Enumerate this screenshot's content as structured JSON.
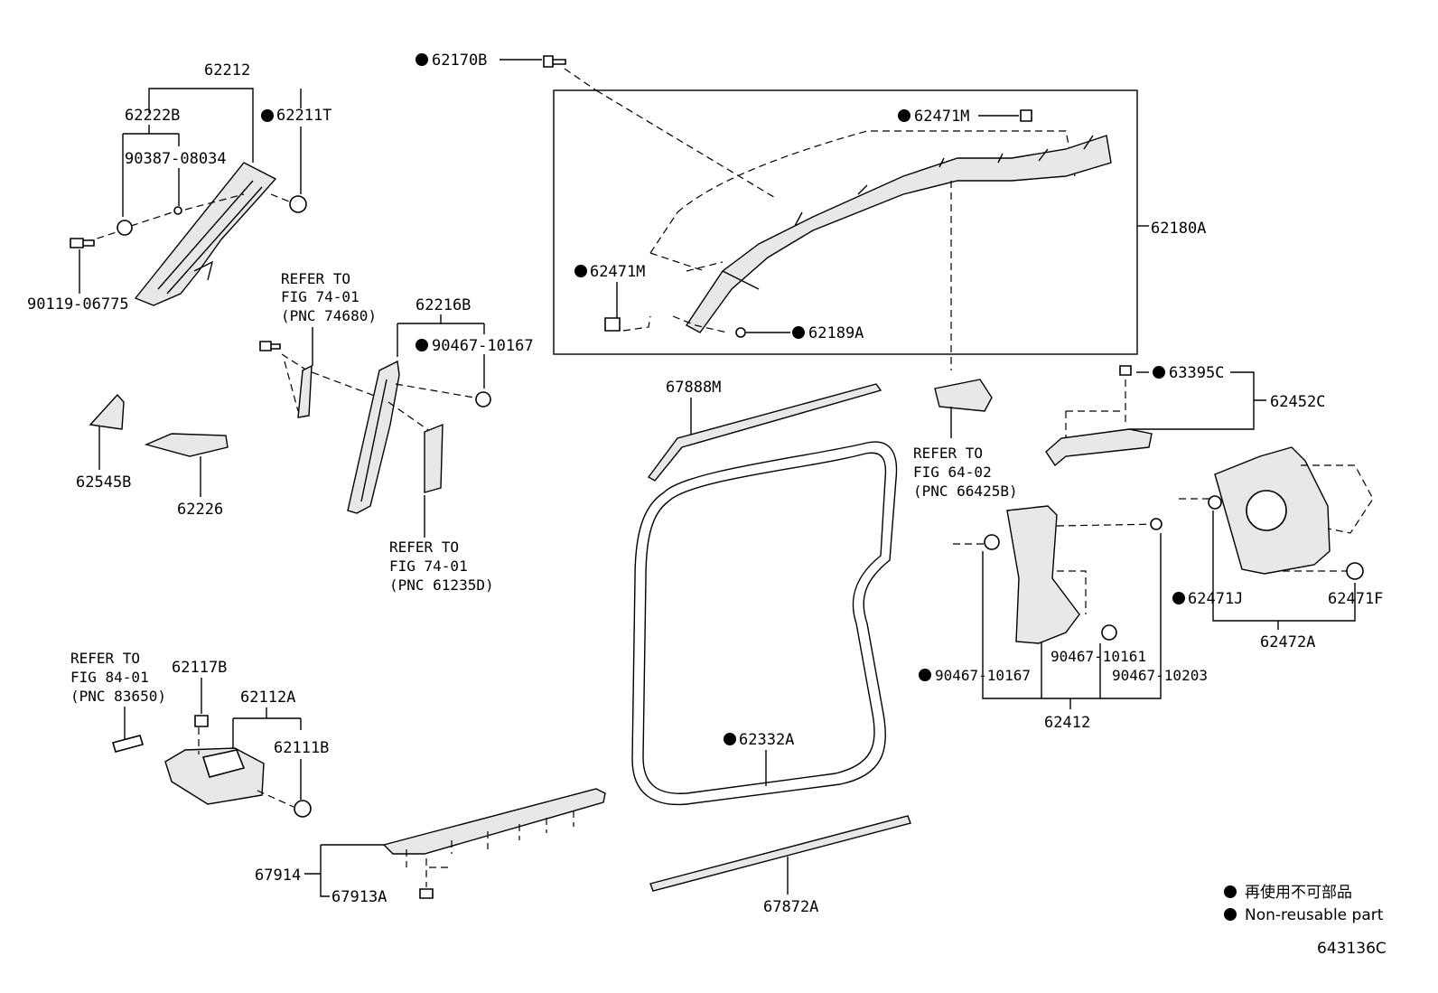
{
  "labels": {
    "p62212": "62212",
    "p62222B": "62222B",
    "p62211T": "62211T",
    "p90387_08034": "90387-08034",
    "p90119_06775": "90119-06775",
    "p62170B": "62170B",
    "p62471M_top": "62471M",
    "p62180A": "62180A",
    "p62471M_left": "62471M",
    "p62189A": "62189A",
    "ref1_l1": "REFER TO",
    "ref1_l2": "FIG 74-01",
    "ref1_l3": "(PNC 74680)",
    "p62216B": "62216B",
    "p90467_10167_a": "90467-10167",
    "p62545B": "62545B",
    "p62226": "62226",
    "ref2_l1": "REFER TO",
    "ref2_l2": "FIG 74-01",
    "ref2_l3": "(PNC 61235D)",
    "p67888M": "67888M",
    "ref3_l1": "REFER TO",
    "ref3_l2": "FIG 64-02",
    "ref3_l3": "(PNC 66425B)",
    "p63395C": "63395C",
    "p62452C": "62452C",
    "p62471J": "62471J",
    "p62471F": "62471F",
    "p62472A": "62472A",
    "ref4_l1": "REFER TO",
    "ref4_l2": "FIG 84-01",
    "ref4_l3": "(PNC 83650)",
    "p62117B": "62117B",
    "p62112A": "62112A",
    "p62111B": "62111B",
    "p62332A": "62332A",
    "p90467_10161": "90467-10161",
    "p90467_10167_b": "90467-10167",
    "p90467_10203": "90467-10203",
    "p62412": "62412",
    "p67914": "67914",
    "p67913A": "67913A",
    "p67872A": "67872A"
  },
  "legend": {
    "jp": "再使用不可部品",
    "en": "Non-reusable part"
  },
  "figure_code": "643136C"
}
